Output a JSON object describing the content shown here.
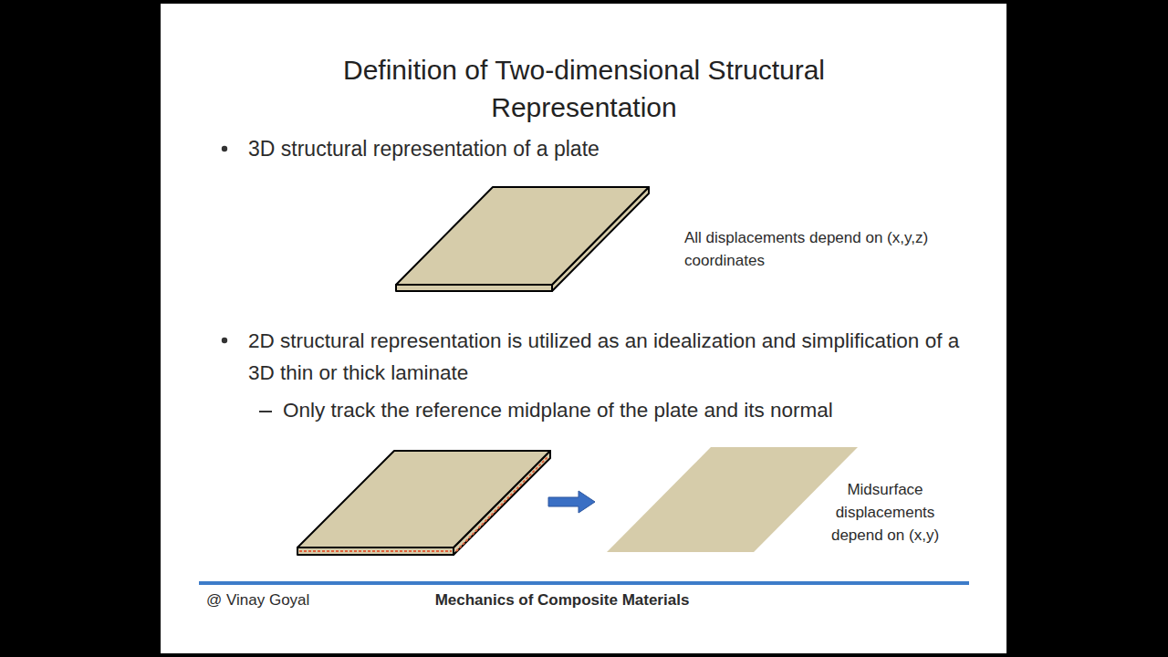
{
  "diagram": {
    "title": "Definition of Two-dimensional Structural Representation",
    "labels": [
      "3D structural representation of a plate",
      "All displacements depend on (x,y,z) coordinates",
      "2D structural representation is utilized as an idealization and simplification of a 3D thin or thick laminate",
      "Only track the reference midplane of the plate and its normal",
      "Midsurface displacements depend on (x,y)",
      "@ Vinay Goyal",
      "Mechanics of Composite Materials"
    ]
  }
}
